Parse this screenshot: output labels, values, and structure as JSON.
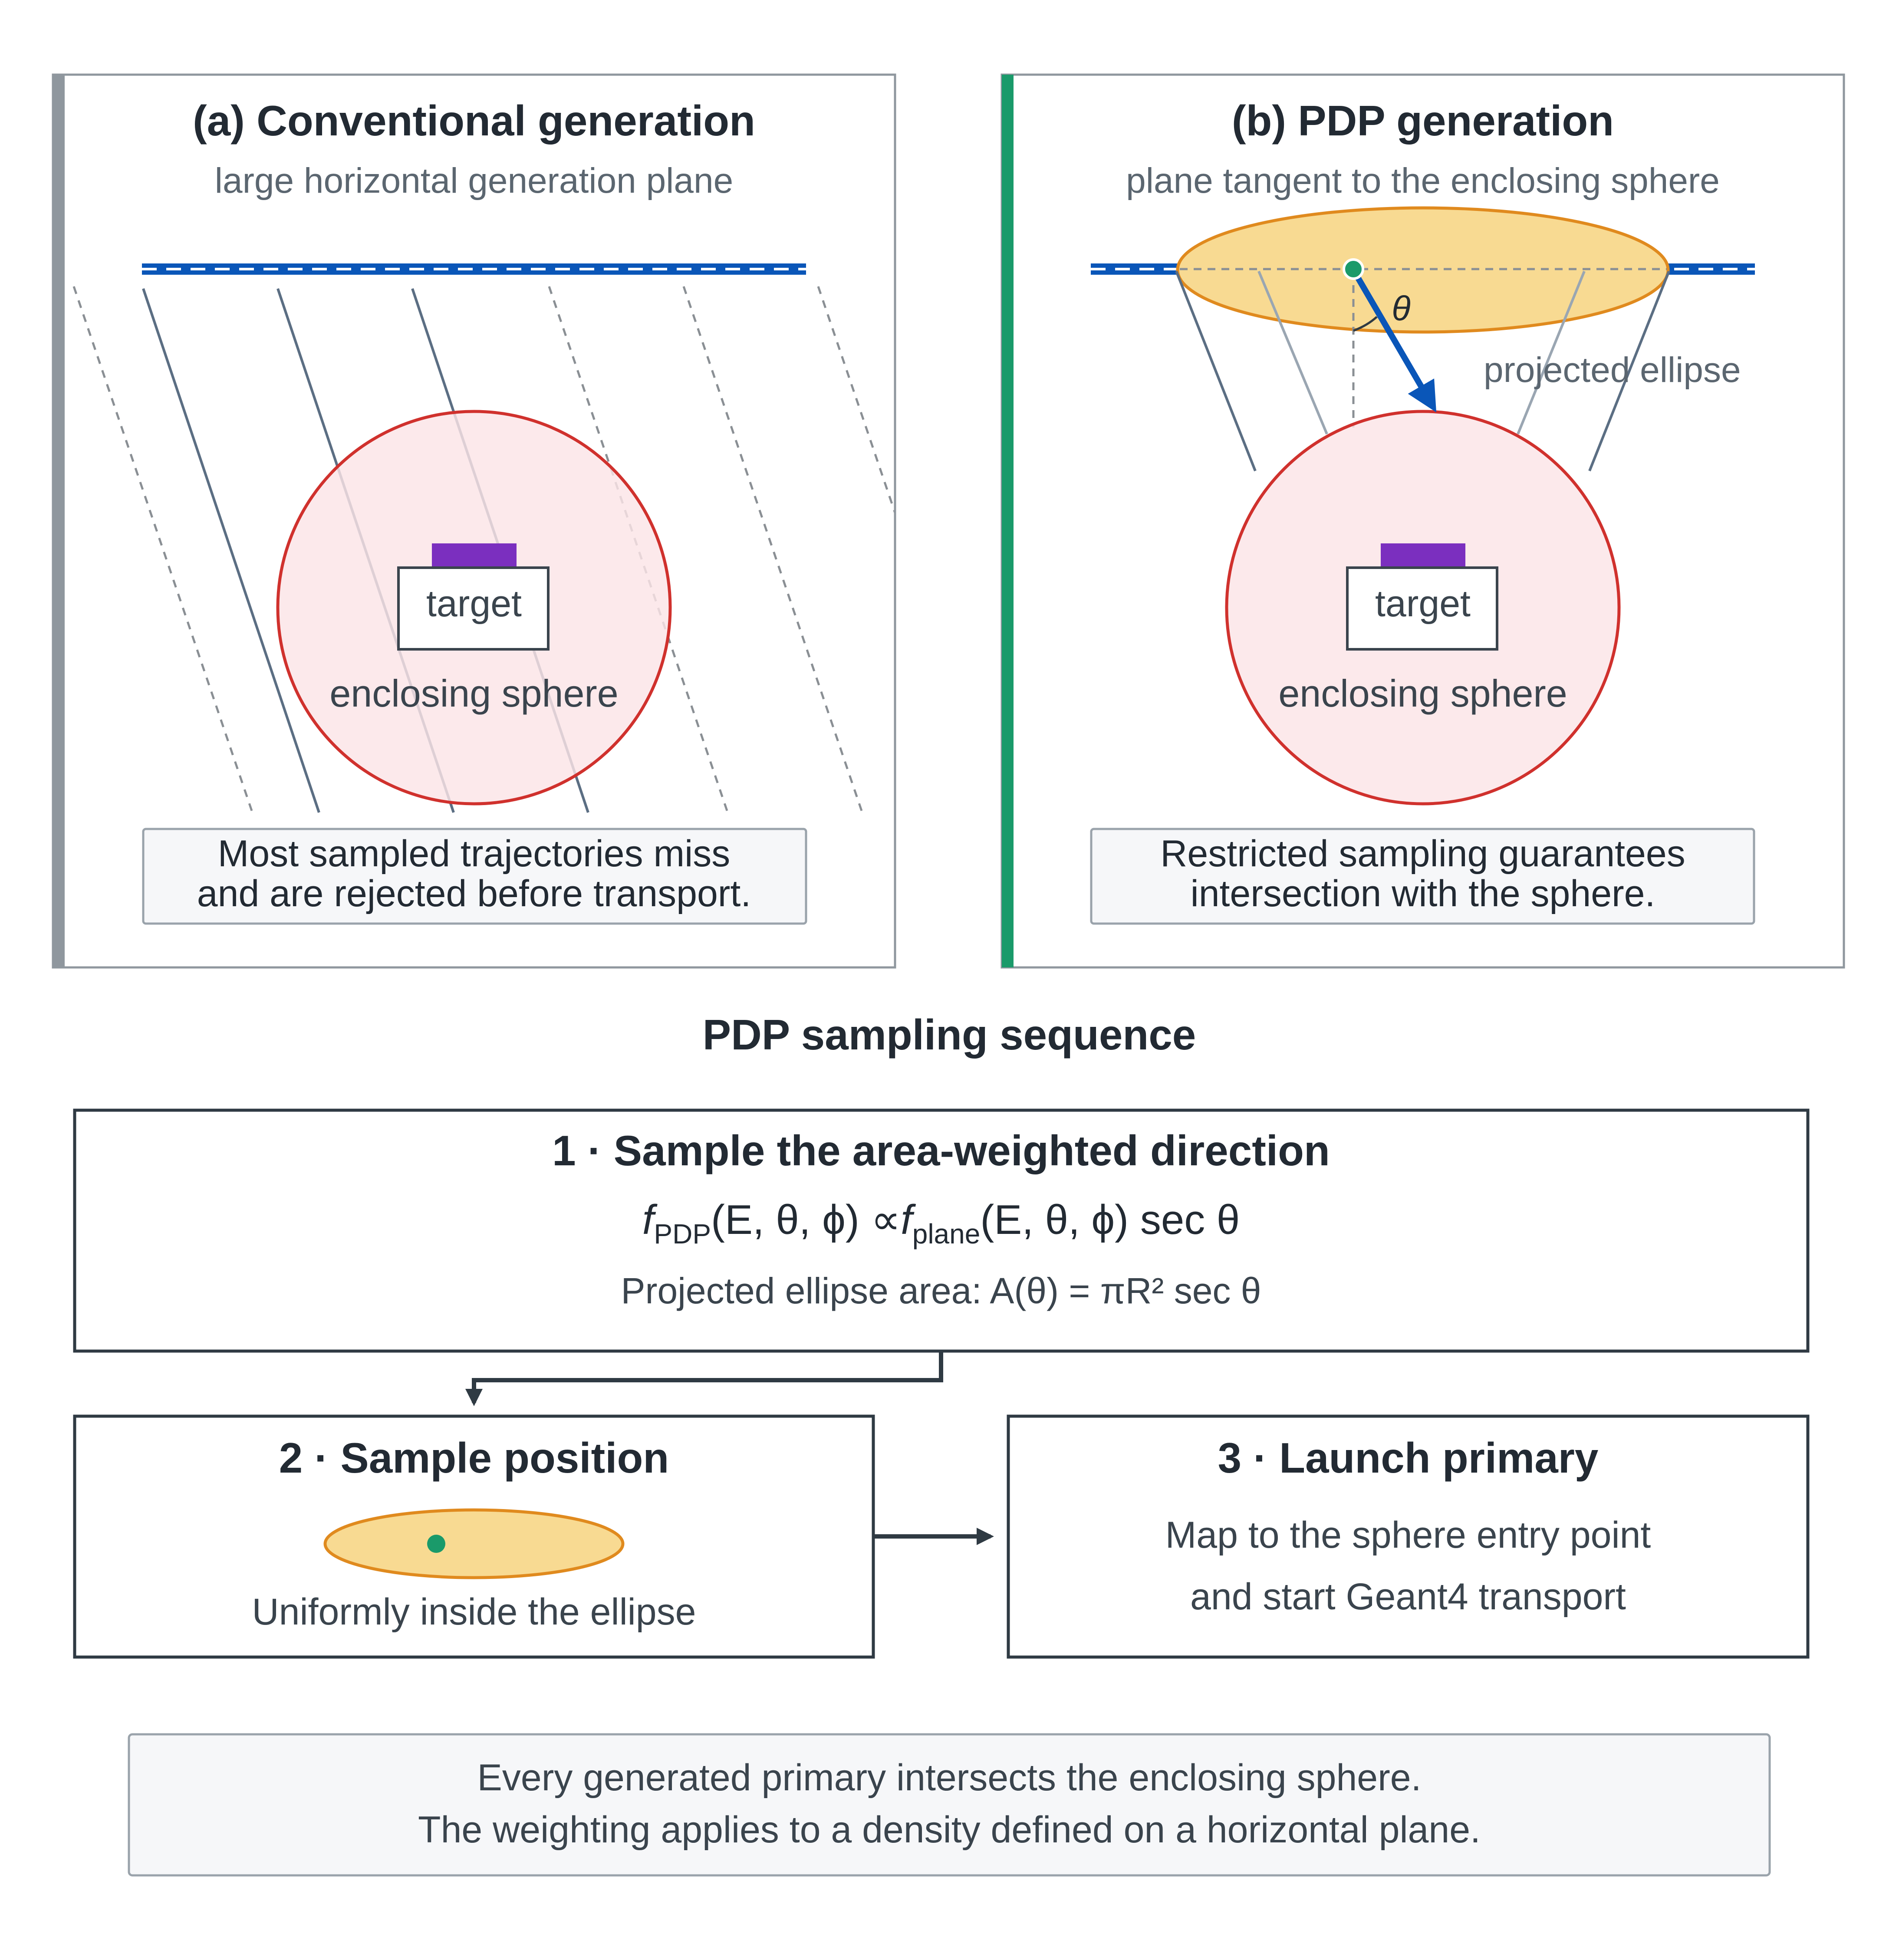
{
  "panel_a": {
    "title": "(a) Conventional generation",
    "subtitle": "large horizontal generation plane",
    "target_label": "target",
    "sphere_label": "enclosing sphere",
    "note_line1": "Most sampled trajectories miss",
    "note_line2": "and are rejected before transport.",
    "accent_color": "#8f979e"
  },
  "panel_b": {
    "title": "(b) PDP generation",
    "subtitle": "plane tangent to the enclosing sphere",
    "theta_label": "θ",
    "ellipse_label": "projected ellipse",
    "target_label": "target",
    "sphere_label": "enclosing sphere",
    "note_line1": "Restricted sampling guarantees",
    "note_line2": "intersection with the sphere.",
    "accent_color": "#1a9a6a"
  },
  "sequence": {
    "heading": "PDP sampling sequence",
    "step1": {
      "title": "1 · Sample the area-weighted direction",
      "formula": {
        "f1": "f",
        "sub1": "PDP",
        "args1": "(E, θ, ϕ) ∝",
        "f2": "f",
        "sub2": "plane",
        "args2": "(E, θ, ϕ) sec θ"
      },
      "area_line": "Projected ellipse area: A(θ) = πR² sec θ"
    },
    "step2": {
      "title": "2 · Sample position",
      "caption": "Uniformly inside the ellipse"
    },
    "step3": {
      "title": "3 · Launch primary",
      "line1": "Map to the sphere entry point",
      "line2": "and start Geant4 transport"
    }
  },
  "summary": {
    "line1": "Every generated primary intersects the enclosing sphere.",
    "line2": "The weighting applies to a density defined on a horizontal plane."
  },
  "colors": {
    "plane_blue": "#0a56b8",
    "sphere_stroke": "#d0312d",
    "sphere_fill": "#fbe4e6",
    "ellipse_fill": "#f8da92",
    "ellipse_stroke": "#e08a1e",
    "detector_purple": "#7b2fbf",
    "dot_green": "#1a9a6a",
    "text_dark": "#222a33",
    "text_gray": "#5b6670"
  }
}
